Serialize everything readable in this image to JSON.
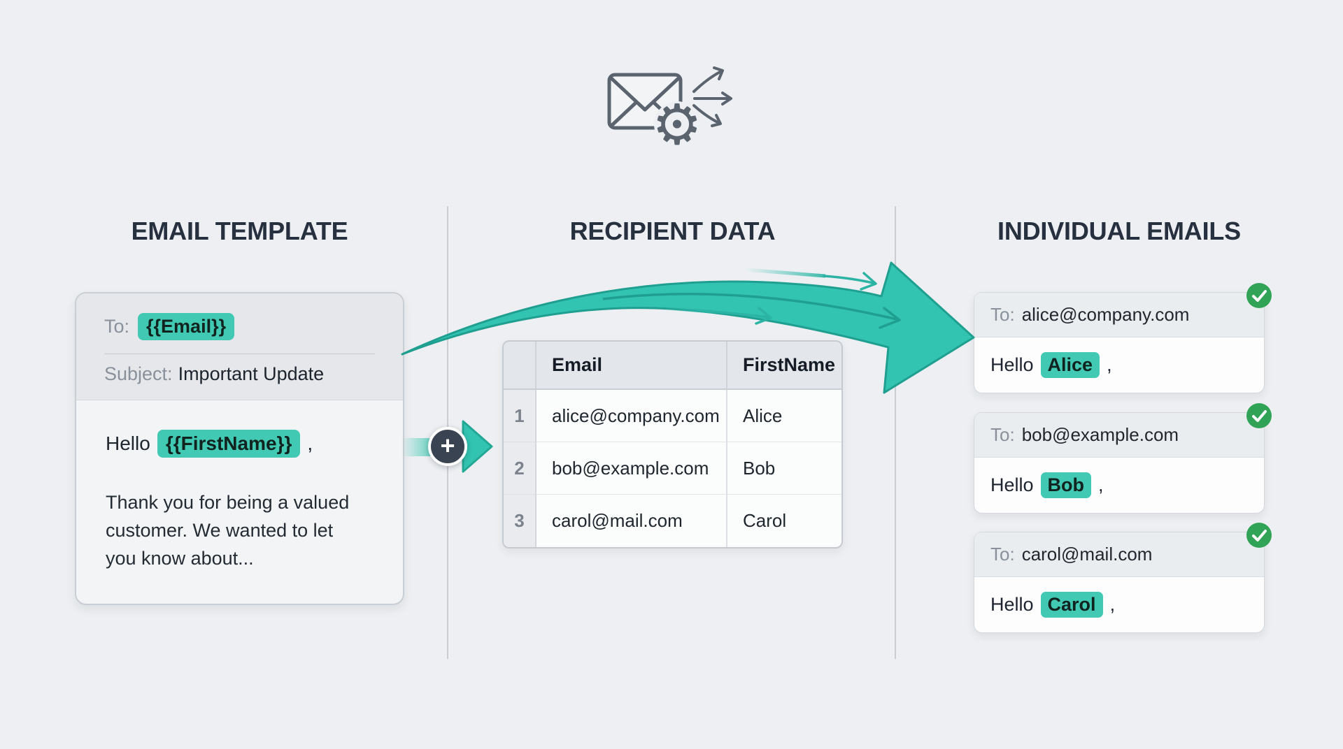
{
  "template_column": {
    "heading": "EMAIL TEMPLATE",
    "card": {
      "to_label": "To:",
      "to_variable": "{{Email}}",
      "subject_label": "Subject:",
      "subject_value": "Important Update",
      "greeting_prefix": "Hello",
      "greeting_variable": "{{FirstName}}",
      "greeting_suffix": ",",
      "body_lines": [
        "Thank you for being a valued",
        "customer. We wanted to let",
        "you know about..."
      ]
    }
  },
  "recipient_column": {
    "heading": "RECIPIENT DATA",
    "table": {
      "headers": [
        "Email",
        "FirstName"
      ],
      "rows": [
        {
          "num": "1",
          "email": "alice@company.com",
          "first_name": "Alice"
        },
        {
          "num": "2",
          "email": "bob@example.com",
          "first_name": "Bob"
        },
        {
          "num": "3",
          "email": "carol@mail.com",
          "first_name": "Carol"
        }
      ]
    }
  },
  "individual_column": {
    "heading": "INDIVIDUAL EMAILS",
    "emails": [
      {
        "to_label": "To:",
        "to_value": "alice@company.com",
        "greeting_prefix": "Hello",
        "name": "Alice",
        "greeting_suffix": ","
      },
      {
        "to_label": "To:",
        "to_value": "bob@example.com",
        "greeting_prefix": "Hello",
        "name": "Bob",
        "greeting_suffix": ","
      },
      {
        "to_label": "To:",
        "to_value": "carol@mail.com",
        "greeting_prefix": "Hello",
        "name": "Carol",
        "greeting_suffix": ","
      }
    ]
  },
  "icons": {
    "plus": "+",
    "gear": "⚙"
  },
  "colors": {
    "background": "#edeff2",
    "heading_text": "#27303f",
    "highlight_teal": "#41c9b4",
    "arrow_teal": "#33c3b1",
    "arrow_teal_dark": "#1f9f90",
    "success_green": "#30a356",
    "plus_circle_dark": "#3a4351",
    "label_gray": "#8a919b"
  }
}
